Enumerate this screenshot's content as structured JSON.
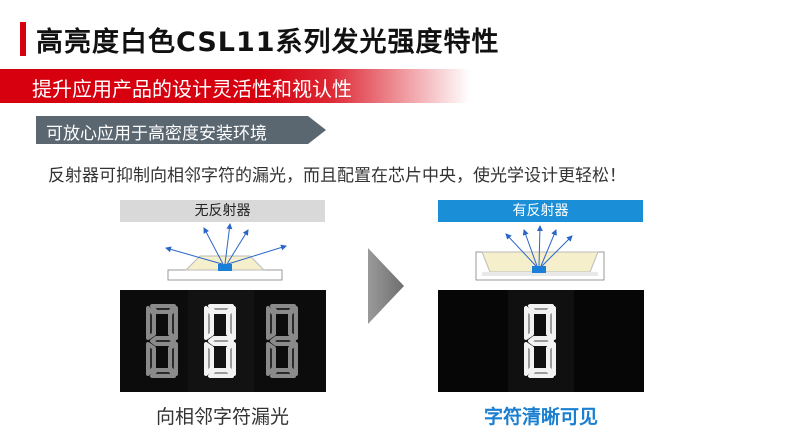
{
  "title": "高亮度白色CSL11系列发光强度特性",
  "red_banner": "提升应用产品的设计灵活性和视认性",
  "grey_banner": "可放心应用于高密度安装环境",
  "description": "反射器可抑制向相邻字符的漏光，而且配置在芯片中央，使光学设计更轻松！",
  "left_panel": {
    "label": "无反射器",
    "caption": "向相邻字符漏光"
  },
  "right_panel": {
    "label": "有反射器",
    "caption": "字符清晰可见"
  },
  "colors": {
    "accent_red": "#d7000f",
    "accent_blue": "#1a8fd8",
    "caption_blue": "#1a7fd0",
    "chip": "#1a7fd8"
  }
}
